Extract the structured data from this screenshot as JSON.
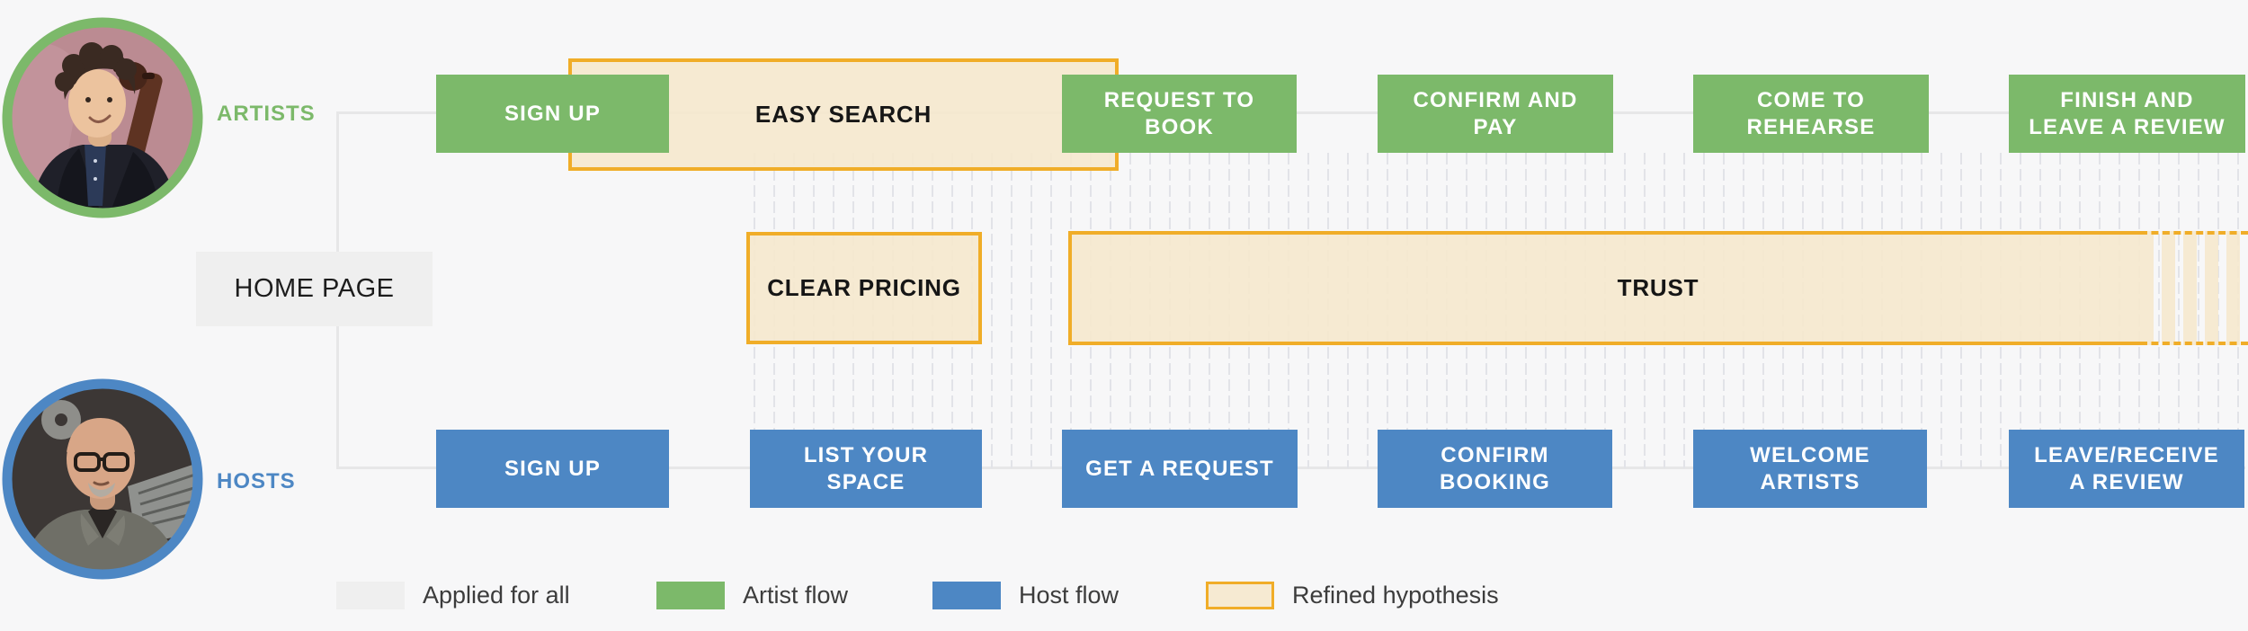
{
  "diagram": {
    "artists_row": {
      "label": "ARTISTS",
      "steps": [
        "SIGN UP",
        "REQUEST TO\nBOOK",
        "CONFIRM AND\nPAY",
        "COME TO\nREHEARSE",
        "FINISH AND\nLEAVE A REVIEW"
      ]
    },
    "hosts_row": {
      "label": "HOSTS",
      "steps": [
        "SIGN UP",
        "LIST YOUR\nSPACE",
        "GET A REQUEST",
        "CONFIRM\nBOOKING",
        "WELCOME\nARTISTS",
        "LEAVE/RECEIVE\nA REVIEW"
      ]
    },
    "shared_step": "HOME PAGE",
    "hypotheses": {
      "easy_search": "EASY SEARCH",
      "clear_pricing": "CLEAR PRICING",
      "trust": "TRUST"
    }
  },
  "legend": {
    "applied": "Applied for all",
    "artist": "Artist flow",
    "host": "Host flow",
    "refined": "Refined hypothesis"
  },
  "avatars": {
    "artist": "artist-portrait",
    "host": "host-portrait"
  },
  "colors": {
    "background": "#f7f7f8",
    "artist_green": "#7cb96a",
    "host_blue": "#4d87c4",
    "hypothesis_border": "#f0ad28",
    "hypothesis_fill": "rgba(246,232,204,0.87)",
    "applied_gray": "#efefef"
  }
}
